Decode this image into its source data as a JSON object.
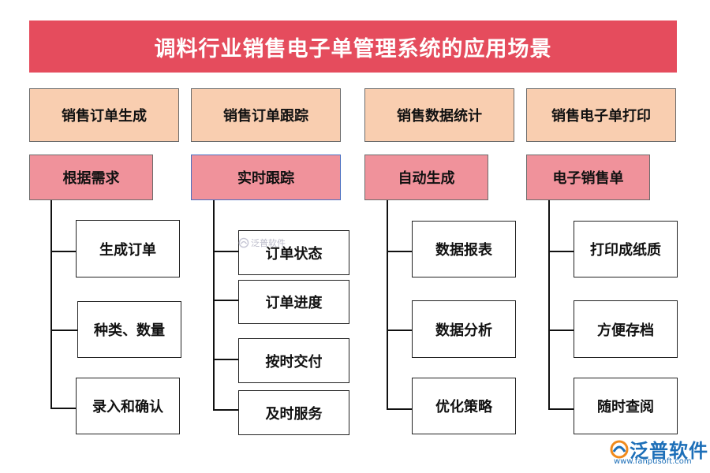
{
  "title": "调料行业销售电子单管理系统的应用场景",
  "columns": [
    {
      "category": "销售订单生成",
      "sub": "根据需求",
      "leaves": [
        "生成订单",
        "种类、数量",
        "录入和确认"
      ]
    },
    {
      "category": "销售订单跟踪",
      "sub": "实时跟踪",
      "leaves": [
        "订单状态",
        "订单进度",
        "按时交付",
        "及时服务"
      ]
    },
    {
      "category": "销售数据统计",
      "sub": "自动生成",
      "leaves": [
        "数据报表",
        "数据分析",
        "优化策略"
      ]
    },
    {
      "category": "销售电子单打印",
      "sub": "电子销售单",
      "leaves": [
        "打印成纸质",
        "方便存档",
        "随时查阅"
      ]
    }
  ],
  "watermark": {
    "small": "泛普软件",
    "logo_text": "泛普软件",
    "logo_url": "www.fanpusoft.com"
  },
  "colors": {
    "title_bg": "#e54c5d",
    "category_bg": "#f9ceb0",
    "sub_bg": "#f0929b"
  }
}
